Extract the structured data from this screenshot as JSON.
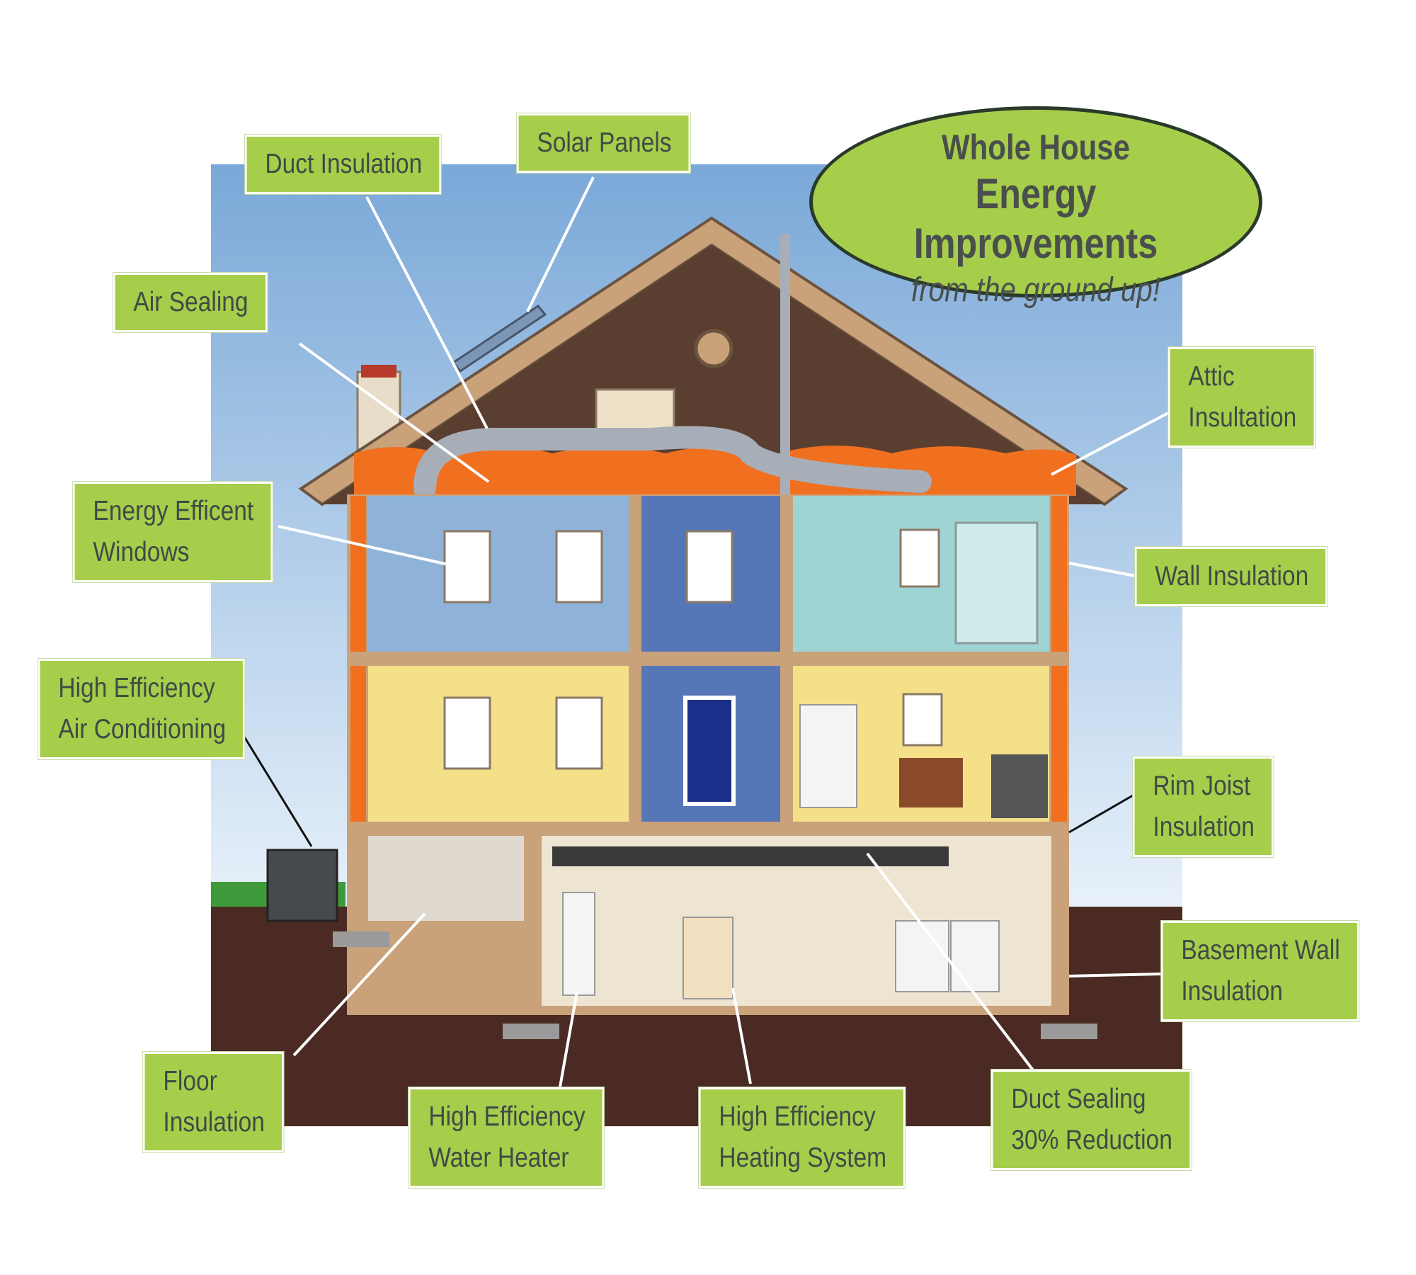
{
  "headline": {
    "line1": "Whole House",
    "line2": "Energy Improvements",
    "line3": "from the ground up!"
  },
  "callouts": [
    {
      "id": "duct-insulation",
      "lines": [
        "Duct Insulation"
      ]
    },
    {
      "id": "solar-panels",
      "lines": [
        "Solar Panels"
      ]
    },
    {
      "id": "air-sealing",
      "lines": [
        "Air Sealing"
      ]
    },
    {
      "id": "attic-insulation",
      "lines": [
        "Attic",
        "Insultation"
      ]
    },
    {
      "id": "energy-efficient-windows",
      "lines": [
        "Energy Efficent",
        "Windows"
      ]
    },
    {
      "id": "wall-insulation",
      "lines": [
        "Wall Insulation"
      ]
    },
    {
      "id": "high-efficiency-air-conditioning",
      "lines": [
        "High Efficiency",
        "Air Conditioning"
      ]
    },
    {
      "id": "rim-joist-insulation",
      "lines": [
        "Rim Joist",
        "Insulation"
      ]
    },
    {
      "id": "basement-wall-insulation",
      "lines": [
        "Basement Wall",
        "Insulation"
      ]
    },
    {
      "id": "floor-insulation",
      "lines": [
        "Floor",
        "Insulation"
      ]
    },
    {
      "id": "high-efficiency-water-heater",
      "lines": [
        "High Efficiency",
        "Water Heater"
      ]
    },
    {
      "id": "high-efficiency-heating-system",
      "lines": [
        "High Efficiency",
        "Heating System"
      ]
    },
    {
      "id": "duct-sealing",
      "lines": [
        "Duct Sealing",
        "30% Reduction"
      ]
    }
  ],
  "colors": {
    "callout_fill": "#a6ce4b",
    "callout_text": "#404a46",
    "sky_top": "#7aa8d8",
    "soil": "#4a2a22",
    "grass": "#3f9a3c",
    "insulation": "#f07020",
    "attic_wall": "#5a3e30",
    "roof": "#c9a27a"
  }
}
